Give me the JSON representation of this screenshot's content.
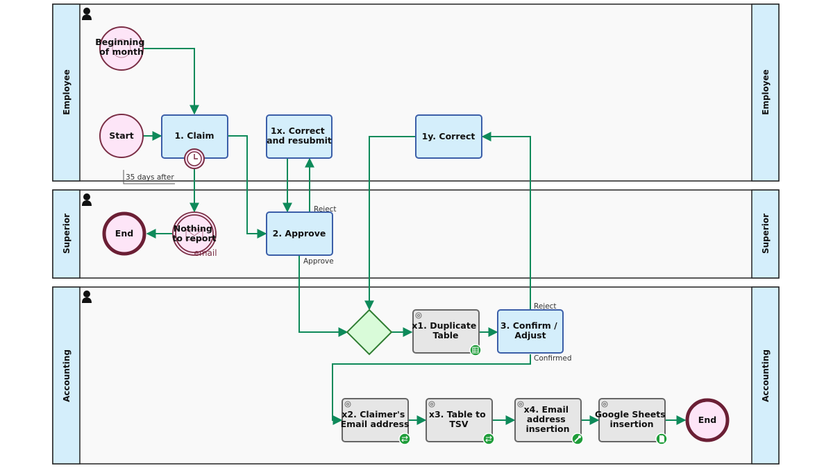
{
  "lanes": {
    "employee": "Employee",
    "superior": "Superior",
    "accounting": "Accounting"
  },
  "events": {
    "beginning_of_month": [
      "Beginning",
      "of month"
    ],
    "start": "Start",
    "nothing_to_report": [
      "Nothing",
      "to report"
    ],
    "email_label": "email",
    "end_superior": "End",
    "end_accounting": "End"
  },
  "tasks": {
    "claim": [
      "1. Claim"
    ],
    "correct_resubmit": [
      "1x. Correct",
      "and resubmit"
    ],
    "correct": [
      "1y. Correct"
    ],
    "approve": [
      "2. Approve"
    ],
    "duplicate_table": [
      "x1. Duplicate",
      "Table"
    ],
    "confirm_adjust": [
      "3. Confirm /",
      "Adjust"
    ],
    "claimer_email": [
      "x2. Claimer's",
      "Email address"
    ],
    "table_to_tsv": [
      "x3. Table to",
      "TSV"
    ],
    "email_insertion": [
      "x4. Email",
      "address",
      "insertion"
    ],
    "sheets_insertion": [
      "Google Sheets",
      "insertion"
    ]
  },
  "flow_labels": {
    "timer_note": "35 days after",
    "reject_superior": "Reject",
    "approve": "Approve",
    "reject_accounting": "Reject",
    "confirmed": "Confirmed"
  },
  "colors": {
    "flow": "#0e8a5a",
    "task_fill": "#d4eefb",
    "task_stroke": "#3b5ea8",
    "event_fill": "#fde5f7",
    "event_stroke": "#6b1f35",
    "gateway_fill": "#d9fbd9",
    "badge": "#1f9d3a"
  },
  "icons": {
    "lane_owner": "person-icon",
    "timer": "timer-icon",
    "service": "gear-icon",
    "sheet": "spreadsheet-icon",
    "convert": "convert-icon",
    "tool": "wrench-icon",
    "document": "document-icon",
    "email": "envelope-icon"
  }
}
